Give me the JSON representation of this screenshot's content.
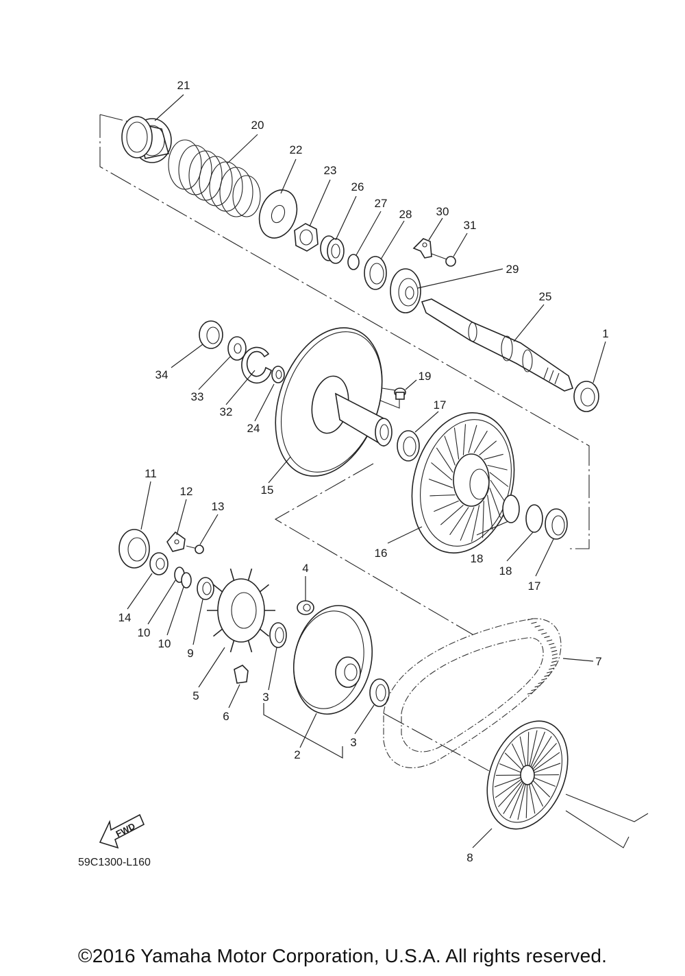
{
  "diagram_code": "59C1300-L160",
  "fwd_label": "FWD",
  "copyright": "©2016 Yamaha Motor Corporation, U.S.A. All rights reserved.",
  "callouts": [
    "21",
    "20",
    "22",
    "23",
    "26",
    "27",
    "28",
    "30",
    "31",
    "29",
    "25",
    "1",
    "34",
    "33",
    "32",
    "24",
    "19",
    "17",
    "15",
    "11",
    "12",
    "13",
    "16",
    "18",
    "18",
    "17",
    "4",
    "7",
    "14",
    "10",
    "10",
    "9",
    "5",
    "6",
    "3",
    "3",
    "2",
    "8"
  ]
}
